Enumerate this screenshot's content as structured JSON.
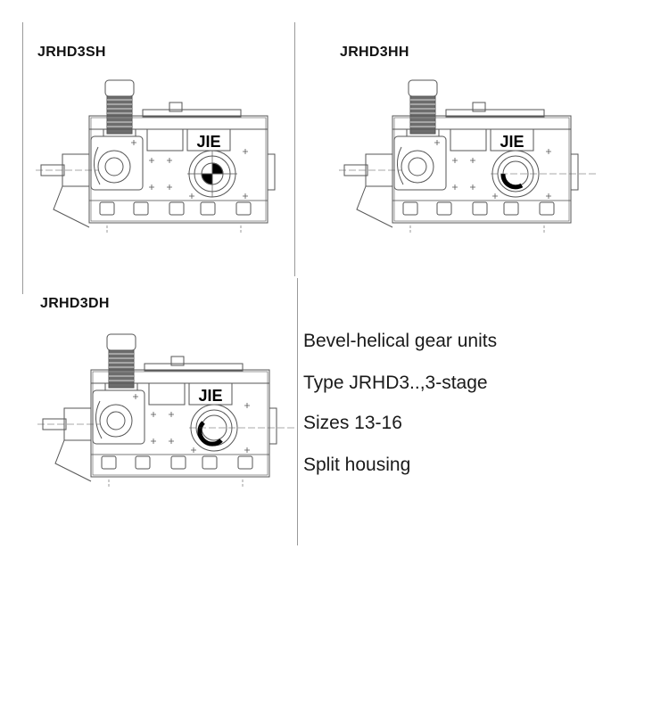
{
  "variants": [
    {
      "label": "JRHD3SH",
      "brand": "JIE",
      "output_shaft": "solid"
    },
    {
      "label": "JRHD3HH",
      "brand": "JIE",
      "output_shaft": "hollow"
    },
    {
      "label": "JRHD3DH",
      "brand": "JIE",
      "output_shaft": "hollow-shrink-disc"
    }
  ],
  "spec": {
    "title": "Bevel-helical gear units",
    "type": "Type JRHD3..,3-stage",
    "sizes": "Sizes 13-16",
    "housing": "Split housing"
  },
  "colors": {
    "line": "#555555",
    "fill": "#6d6d6d",
    "dark": "#000000"
  }
}
